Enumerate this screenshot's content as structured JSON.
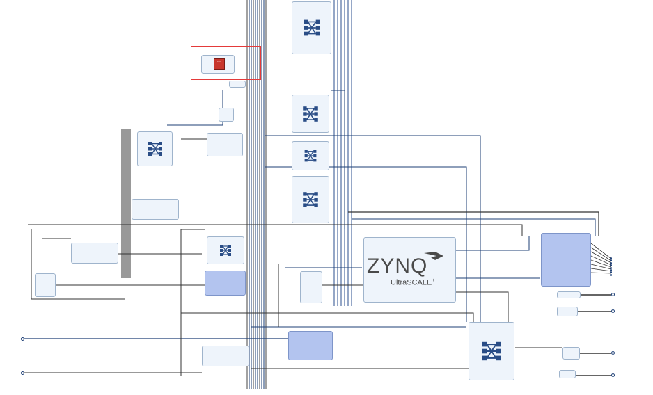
{
  "diagram": {
    "logo_main": "ZYNQ",
    "logo_sub": "UltraSCALE",
    "logo_plus": "+",
    "hls_icon": "HLS",
    "colors": {
      "wire": "#1d3f76",
      "wire_light": "#2b4f8f",
      "block_fill": "#eef4fb",
      "block_dark": "#b3c4ef",
      "block_border": "#9fb4cc",
      "selection": "#e43a3a",
      "xbar": "#2a4d86"
    }
  }
}
